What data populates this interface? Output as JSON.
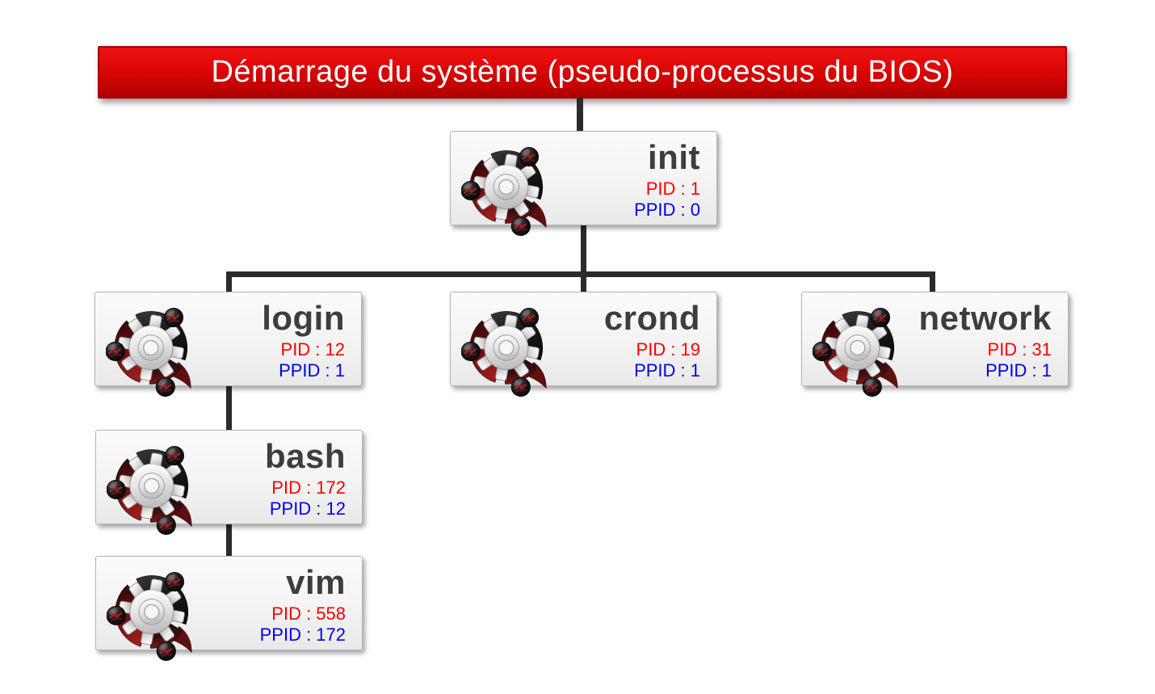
{
  "banner": {
    "label": "Démarrage du système (pseudo-processus du BIOS)"
  },
  "nodes": {
    "init": {
      "name": "init",
      "pid_label": "PID : 1",
      "ppid_label": "PPID : 0",
      "pid": 1,
      "ppid": 0
    },
    "login": {
      "name": "login",
      "pid_label": "PID : 12",
      "ppid_label": "PPID : 1",
      "pid": 12,
      "ppid": 1
    },
    "crond": {
      "name": "crond",
      "pid_label": "PID : 19",
      "ppid_label": "PPID : 1",
      "pid": 19,
      "ppid": 1
    },
    "network": {
      "name": "network",
      "pid_label": "PID : 31",
      "ppid_label": "PPID : 1",
      "pid": 31,
      "ppid": 1
    },
    "bash": {
      "name": "bash",
      "pid_label": "PID : 172",
      "ppid_label": "PPID : 12",
      "pid": 172,
      "ppid": 12
    },
    "vim": {
      "name": "vim",
      "pid_label": "PID : 558",
      "ppid_label": "PPID : 172",
      "pid": 558,
      "ppid": 172
    }
  },
  "hierarchy": {
    "root": "Démarrage du système (pseudo-processus du BIOS)",
    "edges": [
      {
        "parent": "banner-bios",
        "child": "init"
      },
      {
        "parent": "init",
        "child": "login"
      },
      {
        "parent": "init",
        "child": "crond"
      },
      {
        "parent": "init",
        "child": "network"
      },
      {
        "parent": "login",
        "child": "bash"
      },
      {
        "parent": "bash",
        "child": "vim"
      }
    ]
  },
  "icons": {
    "process": "gear-in-broken-ring-with-three-spheres-icon"
  },
  "colors": {
    "banner_red": "#d90808",
    "pid_text": "#ff0000",
    "ppid_text": "#0000ee",
    "process_name": "#3d3d3d",
    "connector": "#2b2b2b",
    "node_border": "#b4b4b4",
    "node_bg": "#f3f3f3"
  }
}
